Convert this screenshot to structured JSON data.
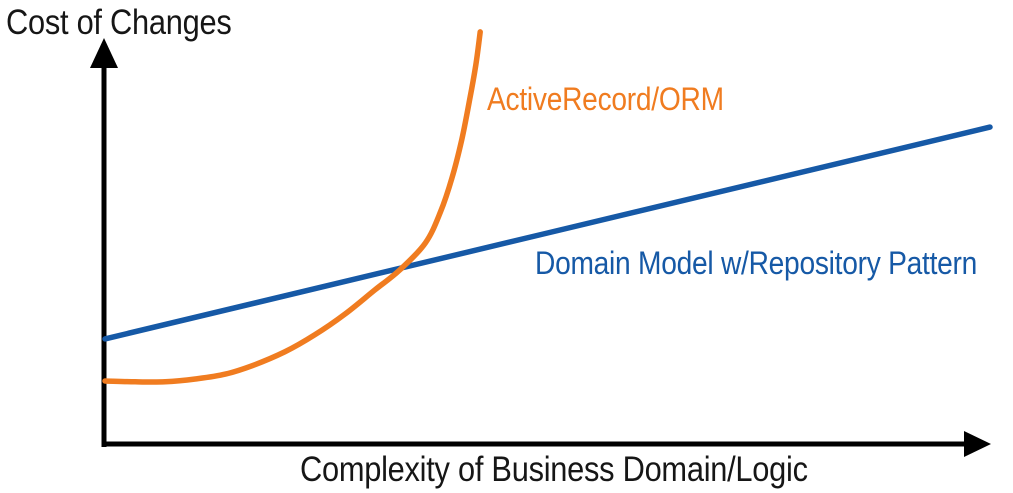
{
  "labels": {
    "y_axis": "Cost of Changes",
    "x_axis": "Complexity of Business Domain/Logic"
  },
  "colors": {
    "orange_series": "#F07C20",
    "blue_series": "#1659A6",
    "axis": "#000000",
    "background": "#FFFFFF",
    "text": "#161616"
  },
  "chart_data": {
    "type": "line",
    "title": "",
    "xlabel": "Complexity of Business Domain/Logic",
    "ylabel": "Cost of Changes",
    "x_range": [
      0,
      1
    ],
    "y_range": [
      0,
      1
    ],
    "grid": false,
    "legend_position": "inline labels beside curves",
    "axes_note": "Conceptual sketch chart: axes have arrowheads and no numeric ticks; values below are normalized 0-1 estimates read from the drawing.",
    "series": [
      {
        "name": "ActiveRecord/ORM",
        "color": "#F07C20",
        "shape": "exponential",
        "points": [
          [
            0.0,
            0.158
          ],
          [
            0.034,
            0.156
          ],
          [
            0.068,
            0.156
          ],
          [
            0.102,
            0.163
          ],
          [
            0.136,
            0.175
          ],
          [
            0.169,
            0.198
          ],
          [
            0.203,
            0.23
          ],
          [
            0.237,
            0.272
          ],
          [
            0.271,
            0.323
          ],
          [
            0.305,
            0.383
          ],
          [
            0.333,
            0.432
          ],
          [
            0.362,
            0.499
          ],
          [
            0.379,
            0.575
          ],
          [
            0.392,
            0.659
          ],
          [
            0.403,
            0.753
          ],
          [
            0.412,
            0.852
          ],
          [
            0.419,
            0.938
          ],
          [
            0.424,
            1.02
          ]
        ]
      },
      {
        "name": "Domain Model w/Repository Pattern",
        "color": "#1659A6",
        "shape": "linear",
        "points": [
          [
            0.0,
            0.262
          ],
          [
            1.0,
            0.785
          ]
        ]
      }
    ]
  }
}
